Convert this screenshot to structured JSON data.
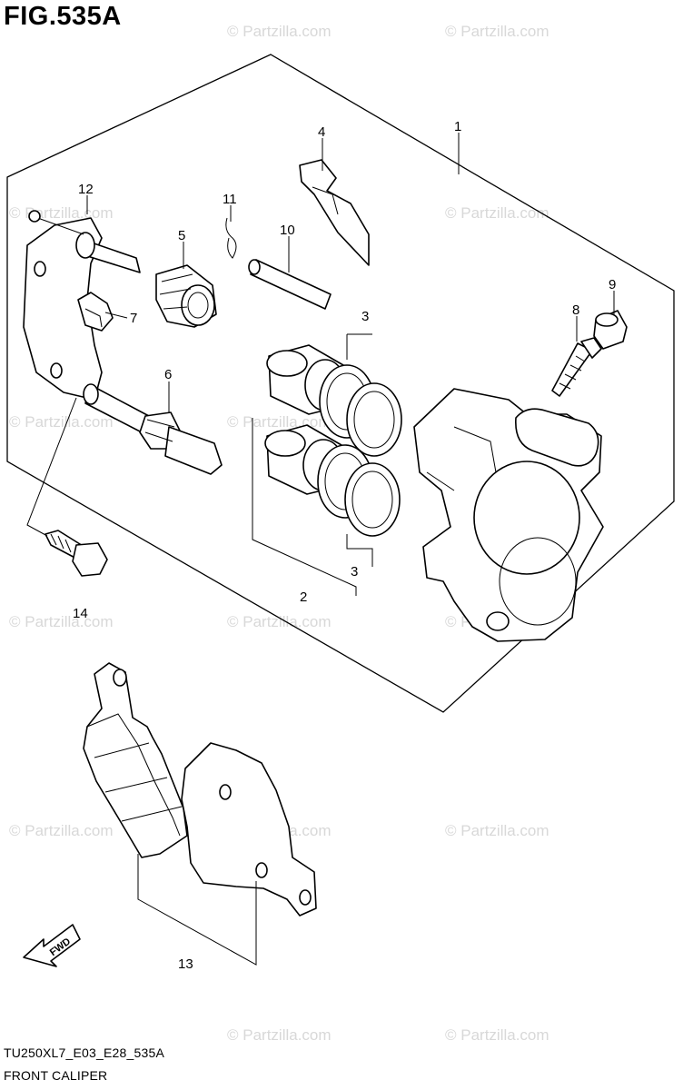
{
  "figure": {
    "title": "FIG.535A",
    "model_code": "TU250XL7_E03_E28_535A",
    "caption": "FRONT CALIPER"
  },
  "watermark": "© Partzilla.com",
  "fwd_label": "FWD",
  "callouts": {
    "c1": "1",
    "c2": "2",
    "c3a": "3",
    "c3b": "3",
    "c4": "4",
    "c5": "5",
    "c6": "6",
    "c7": "7",
    "c8": "8",
    "c9": "9",
    "c10": "10",
    "c11": "11",
    "c12": "12",
    "c13": "13",
    "c14": "14"
  },
  "colors": {
    "line": "#000000",
    "watermark": "#d8d8d8",
    "background": "#ffffff"
  }
}
